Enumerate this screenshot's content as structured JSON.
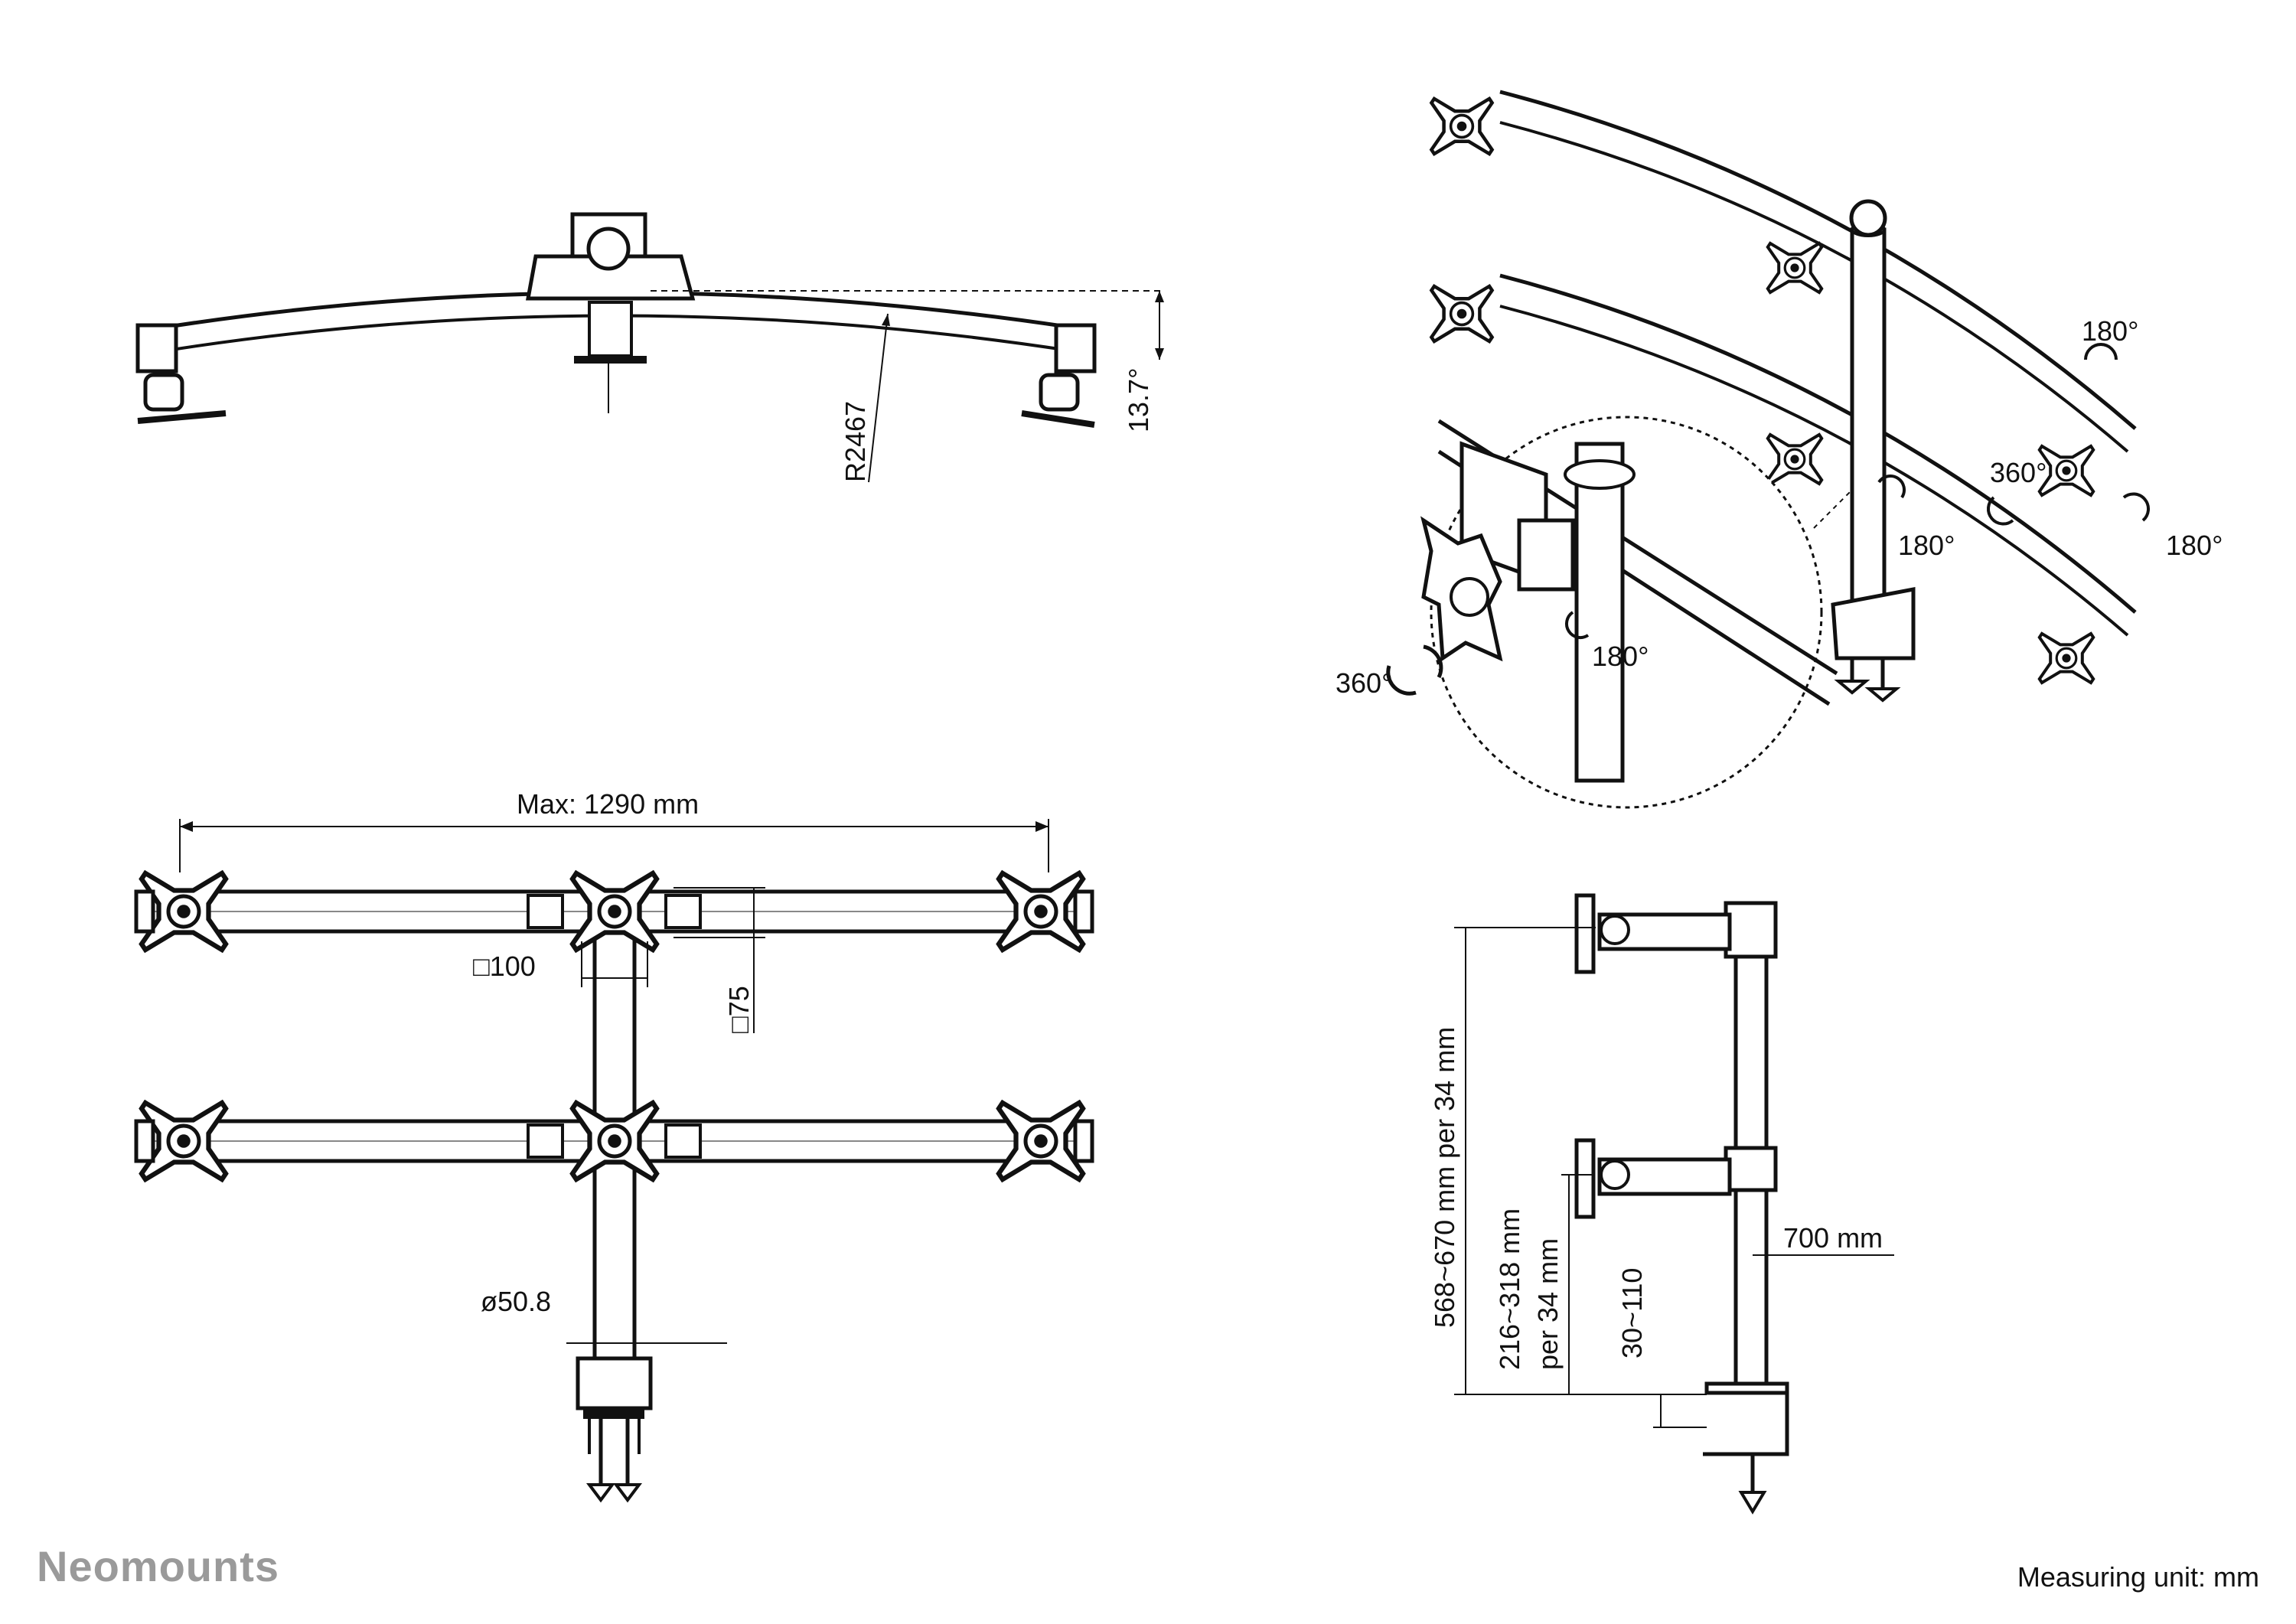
{
  "top_view": {
    "radius_label": "R2467",
    "angle_label": "13.7°"
  },
  "iso_view": {
    "rotations": {
      "r180_a": "180°",
      "r360_b": "360°",
      "r180_c": "180°",
      "r180_d": "180°",
      "inset_360": "360°",
      "inset_180": "180°"
    }
  },
  "front_view": {
    "max_width_label": "Max: 1290 mm",
    "vesa_100_label": "□100",
    "vesa_75_label": "□75",
    "pole_diameter_label": "ø50.8"
  },
  "side_view": {
    "height_range_label": "568~670 mm per 34 mm",
    "lower_range_label_1": "216~318 mm",
    "lower_range_label_2": "per 34 mm",
    "clamp_range_label": "30~110",
    "pole_height_label": "700 mm"
  },
  "footer": {
    "brand": "Neomounts",
    "unit_note": "Measuring unit: mm"
  }
}
